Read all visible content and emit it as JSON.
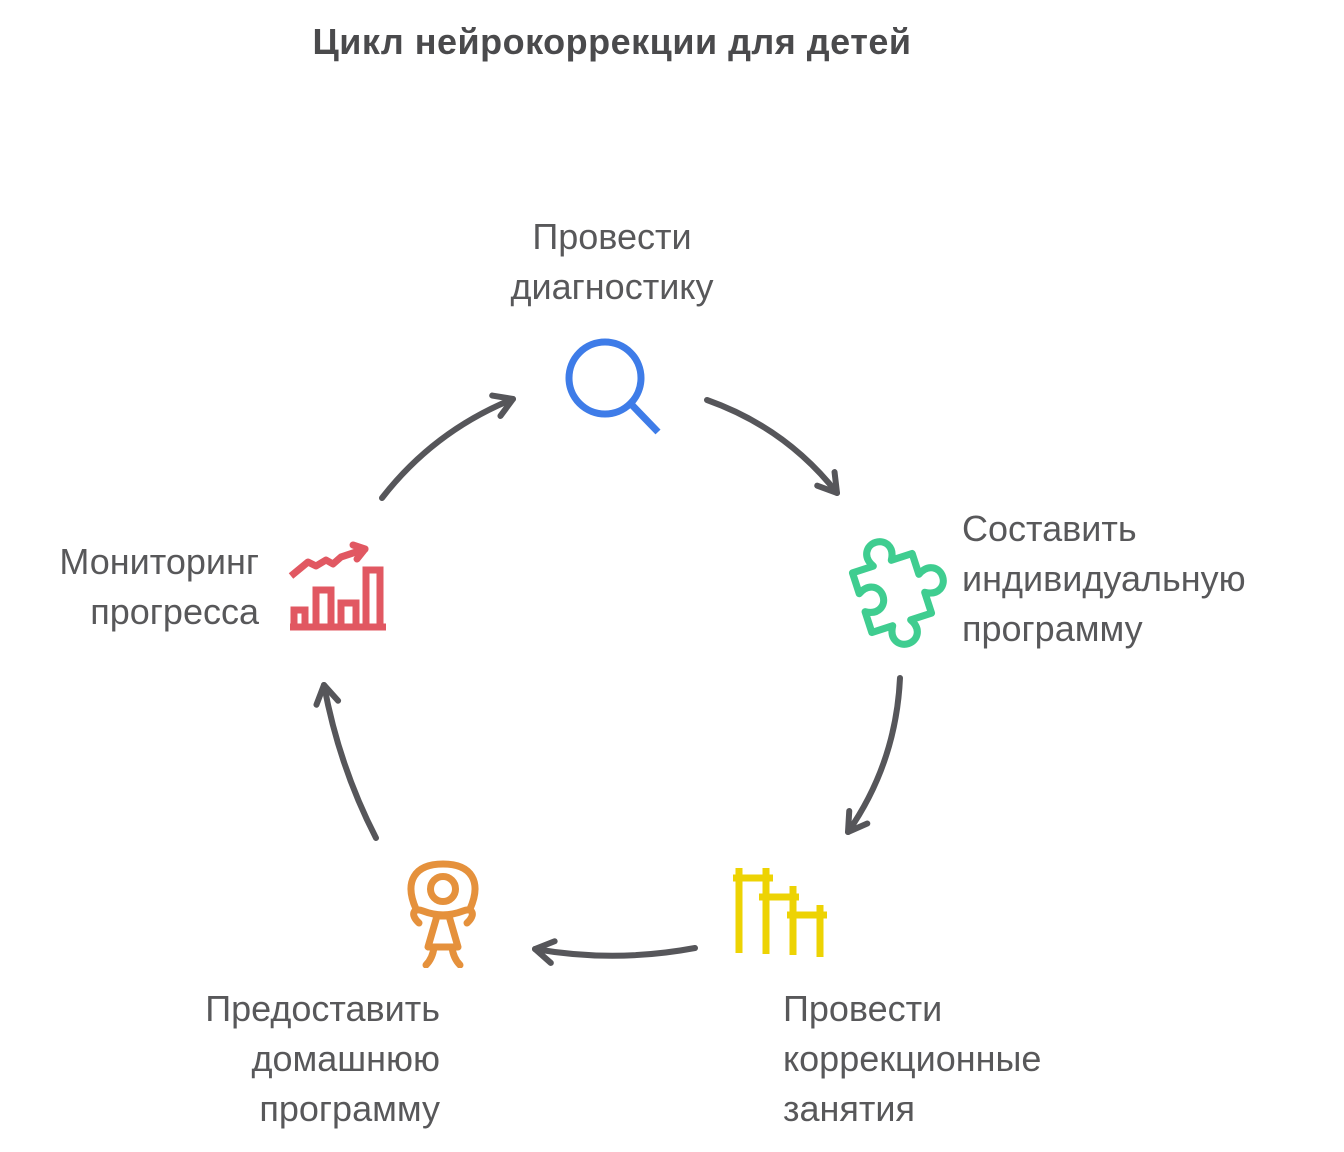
{
  "title": "Цикл нейрокоррекции для детей",
  "steps": {
    "diagnostics": {
      "label": "Провести диагностику",
      "lines": [
        "Провести",
        "диагностику"
      ],
      "icon": "magnifier",
      "color": "#3e7ce8"
    },
    "individual_program": {
      "label": "Составить индивидуальную программу",
      "lines": [
        "Составить",
        "индивидуальную",
        "программу"
      ],
      "icon": "puzzle-piece",
      "color": "#3fcd90"
    },
    "correction_sessions": {
      "label": "Провести коррекционные занятия",
      "lines": [
        "Провести",
        "коррекционные",
        "занятия"
      ],
      "icon": "gym-bars",
      "color": "#edd303"
    },
    "home_program": {
      "label": "Предоставить домашнюю программу",
      "lines": [
        "Предоставить",
        "домашнюю",
        "программу"
      ],
      "icon": "child-jump-rope",
      "color": "#e5913c"
    },
    "progress_monitoring": {
      "label": "Мониторинг прогресса",
      "lines": [
        "Мониторинг",
        "прогресса"
      ],
      "icon": "growth-chart",
      "color": "#e15862"
    }
  },
  "cycle_order": [
    "diagnostics",
    "individual_program",
    "correction_sessions",
    "home_program",
    "progress_monitoring"
  ],
  "colors": {
    "background": "#ffffff",
    "title_text": "#4a4a4c",
    "label_text": "#58585a",
    "arrows": "#56565a"
  }
}
